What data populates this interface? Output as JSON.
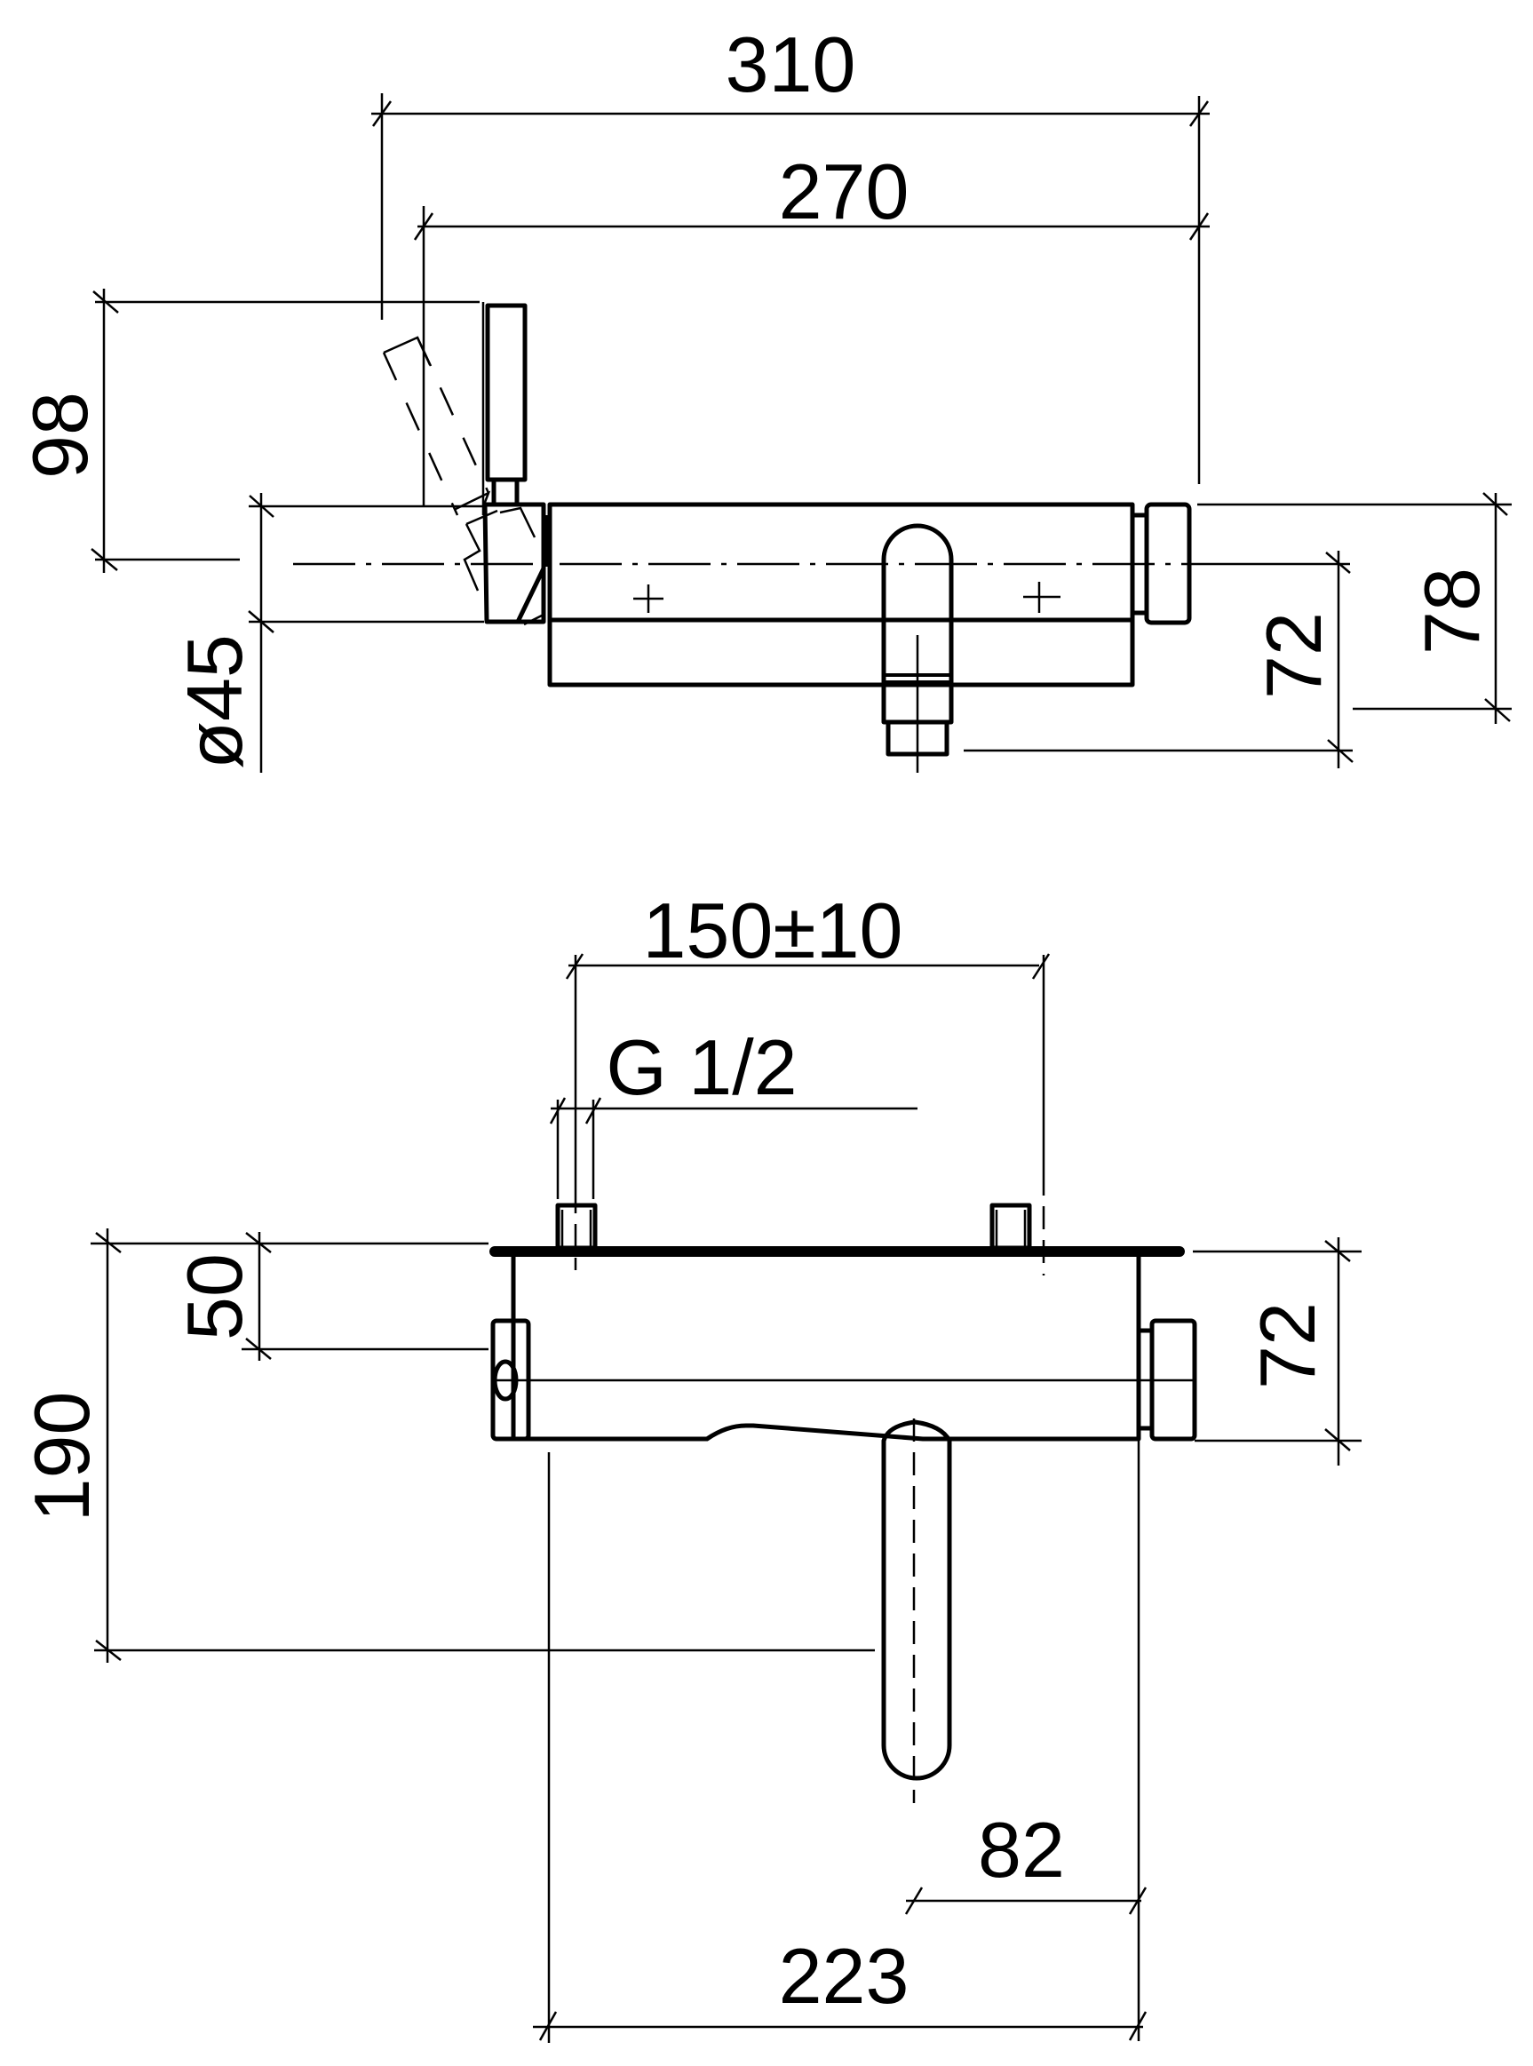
{
  "drawing": {
    "colors": {
      "line": "#000000",
      "background": "#ffffff"
    },
    "top_view": {
      "dimensions": {
        "overall_length": "310",
        "body_length": "270",
        "handle_height": "98",
        "body_diameter": "ø45",
        "spout_depth": "72",
        "overall_depth": "78"
      }
    },
    "front_view": {
      "dimensions": {
        "inlet_spacing": "150±10",
        "inlet_thread": "G 1/2",
        "axis_from_wall": "50",
        "spout_reach": "190",
        "body_height": "72",
        "spout_offset": "82",
        "body_width": "223"
      }
    }
  }
}
